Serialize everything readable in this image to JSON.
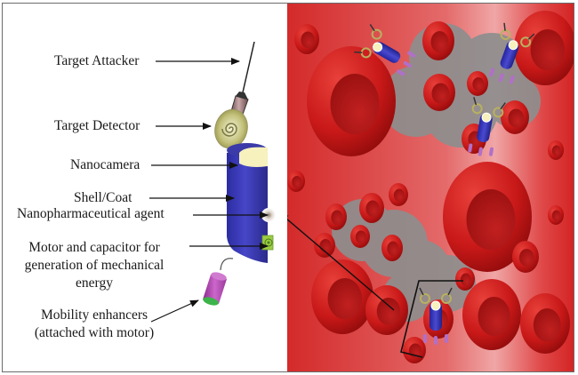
{
  "figure": {
    "left_panel": {
      "title": "Nanorobot components",
      "labels": {
        "target_attacker": "Target Attacker",
        "target_detector": "Target Detector",
        "nanocamera": "Nanocamera",
        "shell_coat": "Shell/Coat",
        "nanopharmaceutical_agent": "Nanopharmaceutical agent",
        "motor_line1": "Motor and capacitor for",
        "motor_line2": "generation of mechanical",
        "motor_line3": "energy",
        "mobility_line1": "Mobility enhancers",
        "mobility_line2": "(attached with motor)"
      }
    },
    "right_panel": {
      "scene": "Blood vessel with red blood cells and nanorobots targeting cells",
      "background_color": "#d92b2b",
      "highlight_color": "#f0a0a0",
      "cell_color": "#c4191b",
      "cluster_color": "#8f8f8f"
    },
    "colors": {
      "shell": "#3c3cb4",
      "camera": "#f5f0b8",
      "detector": "#b8b86a",
      "attacker": "#7a5a5a",
      "motor": "#7cc43a",
      "mobility": "#b44cb4",
      "frame": "#6b6b6b",
      "arrow": "#111111"
    }
  }
}
